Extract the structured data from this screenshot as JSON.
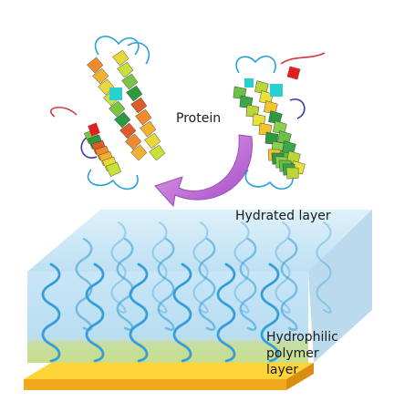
{
  "labels": {
    "protein": "Protein",
    "hydrated_layer": "Hydrated layer",
    "polymer_layer": [
      "Hydrophilic",
      "polymer",
      "layer"
    ]
  },
  "colors": {
    "background": "#ffffff",
    "substrate_top": "#ffd43a",
    "substrate_side": "#f0a81c",
    "water_box": "#a9d4ee",
    "polymer_chain": "#2f9ad6",
    "rotation_arrow": "#c06ad8"
  },
  "icons": {
    "left_protein": "protein-ribbon-icon",
    "right_protein": "protein-ribbon-icon",
    "arrow": "curved-arrow-icon"
  }
}
